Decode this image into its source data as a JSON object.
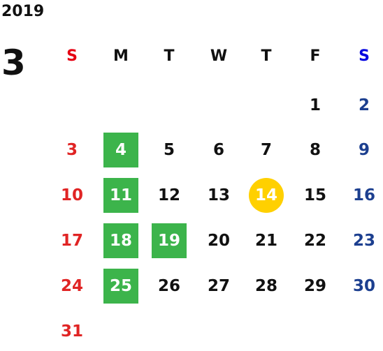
{
  "year": "2019",
  "month": "3",
  "weekday_headers": [
    {
      "label": "S",
      "color": "#e60012"
    },
    {
      "label": "M",
      "color": "#111111"
    },
    {
      "label": "T",
      "color": "#111111"
    },
    {
      "label": "W",
      "color": "#111111"
    },
    {
      "label": "T",
      "color": "#111111"
    },
    {
      "label": "F",
      "color": "#111111"
    },
    {
      "label": "S",
      "color": "#0000e0"
    }
  ],
  "colors": {
    "sunday": "#e02424",
    "saturday": "#1c3f8f",
    "weekday": "#111111",
    "marked_bg": "#3cb44b",
    "today_bg": "#ffd000"
  },
  "weeks": [
    [
      null,
      null,
      null,
      null,
      null,
      {
        "day": "1"
      },
      {
        "day": "2"
      }
    ],
    [
      {
        "day": "3"
      },
      {
        "day": "4",
        "state": "marked"
      },
      {
        "day": "5"
      },
      {
        "day": "6"
      },
      {
        "day": "7"
      },
      {
        "day": "8"
      },
      {
        "day": "9"
      }
    ],
    [
      {
        "day": "10"
      },
      {
        "day": "11",
        "state": "marked"
      },
      {
        "day": "12"
      },
      {
        "day": "13"
      },
      {
        "day": "14",
        "state": "today"
      },
      {
        "day": "15"
      },
      {
        "day": "16"
      }
    ],
    [
      {
        "day": "17"
      },
      {
        "day": "18",
        "state": "marked"
      },
      {
        "day": "19",
        "state": "marked"
      },
      {
        "day": "20"
      },
      {
        "day": "21"
      },
      {
        "day": "22"
      },
      {
        "day": "23"
      }
    ],
    [
      {
        "day": "24"
      },
      {
        "day": "25",
        "state": "marked"
      },
      {
        "day": "26"
      },
      {
        "day": "27"
      },
      {
        "day": "28"
      },
      {
        "day": "29"
      },
      {
        "day": "30"
      }
    ],
    [
      {
        "day": "31"
      },
      null,
      null,
      null,
      null,
      null,
      null
    ]
  ]
}
